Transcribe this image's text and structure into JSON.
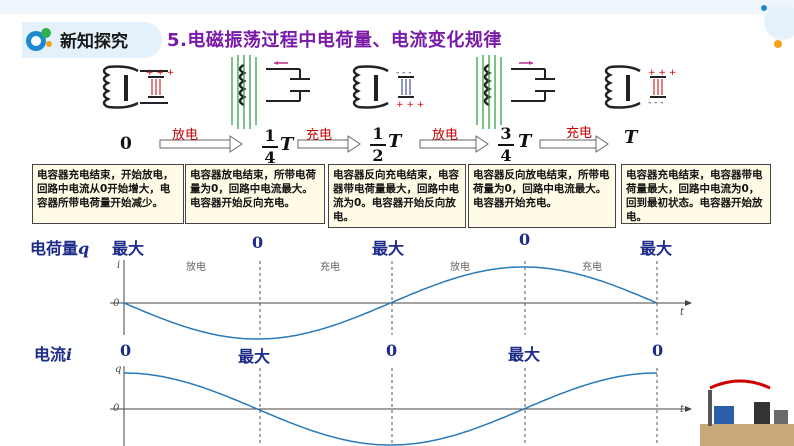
{
  "header": {
    "section_title": "新知探究",
    "slide_heading": "5.电磁振荡过程中电荷量、电流变化规律"
  },
  "stages": {
    "t0": "0",
    "t1_num": "1",
    "t1_den": "4",
    "t2_num": "1",
    "t2_den": "2",
    "t3_num": "3",
    "t3_den": "4",
    "T": "T"
  },
  "phases": {
    "p1": "放电",
    "p2": "充电",
    "p3": "放电",
    "p4": "充电"
  },
  "bubbles": {
    "b1": "电容器充电结束，开始放电，回路中电流从0开始增大，电容器所带电荷量开始减少。",
    "b2": "电容器放电结束，所带电荷量为0，回路中电流最大。电容器开始反向充电。",
    "b3": "电容器反向充电结束，电容器带电荷量最大，回路中电流为0。电容器开始反向放电。",
    "b4": "电容器反向放电结束，所带电荷量为0，回路中电流最大。电容器开始充电。",
    "b5": "电容器充电结束，电容器带电荷量最大，回路中电流为0，回到最初状态。电容器开始放电。"
  },
  "charge_row": {
    "label_text": "电荷量",
    "label_sym": "q",
    "values": [
      "最大",
      "0",
      "最大",
      "0",
      "最大"
    ]
  },
  "current_row": {
    "label_text": "电流",
    "label_sym": "i",
    "values": [
      "0",
      "最大",
      "0",
      "最大",
      "0"
    ]
  },
  "graph_top": {
    "y_axis": "i",
    "x_axis": "t",
    "origin": "0",
    "phase_labels": [
      "放电",
      "充电",
      "放电",
      "充电"
    ]
  },
  "graph_bottom": {
    "y_axis": "q",
    "x_axis": "t",
    "origin": "0"
  },
  "colors": {
    "heading": "#7a1aa8",
    "value_text": "#1d2c8a",
    "phase_text": "#c00000",
    "curve": "#2a7ab8",
    "field_lines": "#1f9a3a"
  }
}
